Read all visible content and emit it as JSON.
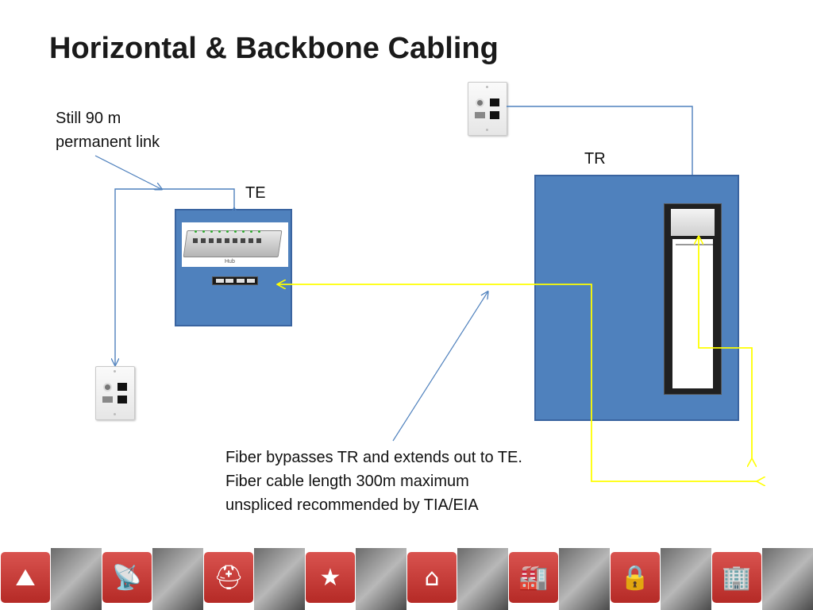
{
  "slide": {
    "title": "Horizontal & Backbone Cabling"
  },
  "notes": {
    "permanent_link_line1": "Still 90 m",
    "permanent_link_line2": "permanent link",
    "fiber_line1": "Fiber bypasses TR and extends out to TE.",
    "fiber_line2": "Fiber cable length 300m maximum",
    "fiber_line3": "unspliced recommended by TIA/EIA"
  },
  "labels": {
    "te": "TE",
    "tr": "TR",
    "hub": "Hub"
  },
  "colors": {
    "room_fill": "#4f81bd",
    "copper_line": "#4f81bd",
    "fiber_line": "#ffff00",
    "footer_accent": "#c9302c"
  },
  "footer": {
    "tiles": [
      {
        "kind": "icon",
        "icon": "chevron-logo-icon",
        "glyph": "⛰"
      },
      {
        "kind": "photo",
        "icon": "building-photo"
      },
      {
        "kind": "icon",
        "icon": "antenna-tower-icon",
        "glyph": "📡"
      },
      {
        "kind": "photo",
        "icon": "video-camera-photo"
      },
      {
        "kind": "icon",
        "icon": "hard-hat-icon",
        "glyph": "⛑"
      },
      {
        "kind": "photo",
        "icon": "industrial-photo"
      },
      {
        "kind": "icon",
        "icon": "military-star-icon",
        "glyph": "★"
      },
      {
        "kind": "photo",
        "icon": "tank-photo"
      },
      {
        "kind": "icon",
        "icon": "house-icon",
        "glyph": "⌂"
      },
      {
        "kind": "photo",
        "icon": "cables-photo"
      },
      {
        "kind": "icon",
        "icon": "factory-icon",
        "glyph": "🏭"
      },
      {
        "kind": "photo",
        "icon": "refinery-photo"
      },
      {
        "kind": "icon",
        "icon": "padlock-icon",
        "glyph": "🔒"
      },
      {
        "kind": "photo",
        "icon": "thermostat-photo"
      },
      {
        "kind": "icon",
        "icon": "office-building-icon",
        "glyph": "🏢"
      },
      {
        "kind": "photo",
        "icon": "office-tower-photo"
      }
    ]
  }
}
